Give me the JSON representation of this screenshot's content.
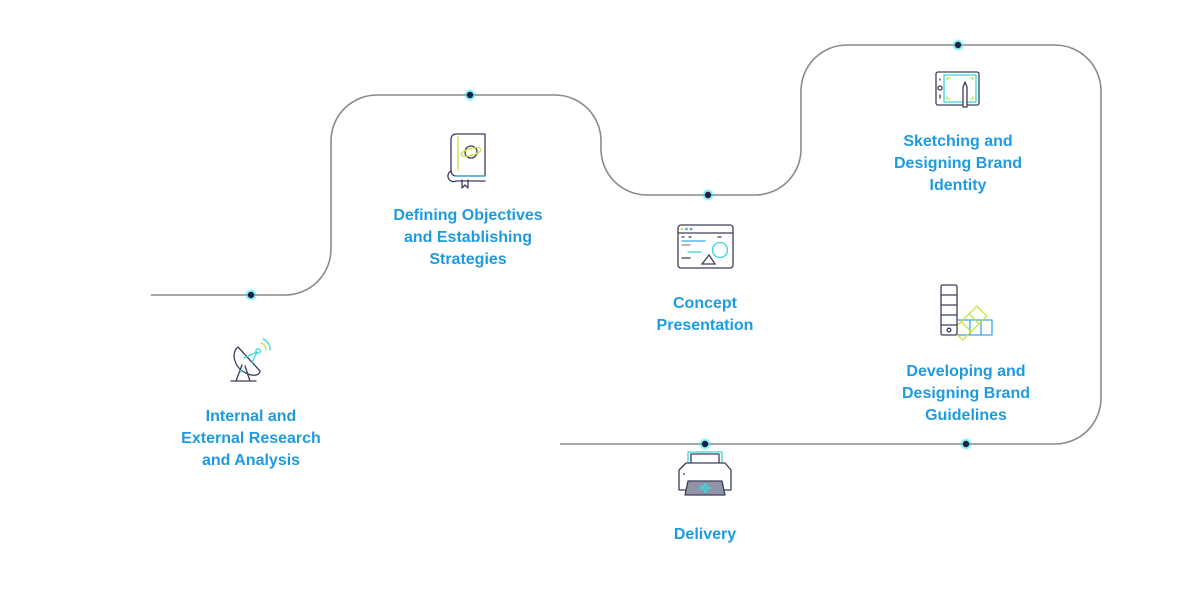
{
  "diagram": {
    "type": "process-roadmap",
    "colors": {
      "path": "#8a8a8a",
      "node_fill": "#1b1f4a",
      "node_glow": "#2fe0e6",
      "label": "#1e9be0",
      "icon_stroke": "#3a3d5c",
      "icon_cyan": "#38d5e0",
      "icon_lime": "#c8e23a",
      "icon_blue": "#3aa6e6"
    },
    "steps": [
      {
        "id": "research",
        "icon": "satellite-dish-icon",
        "label": "Internal and\nExternal Research\nand Analysis"
      },
      {
        "id": "objectives",
        "icon": "book-globe-icon",
        "label": "Defining Objectives\nand Establishing\nStrategies"
      },
      {
        "id": "concept",
        "icon": "browser-window-icon",
        "label": "Concept\nPresentation"
      },
      {
        "id": "sketching",
        "icon": "drawing-tablet-icon",
        "label": "Sketching and\nDesigning Brand\nIdentity"
      },
      {
        "id": "guidelines",
        "icon": "color-swatch-icon",
        "label": "Developing and\nDesigning Brand\nGuidelines"
      },
      {
        "id": "delivery",
        "icon": "printer-icon",
        "label": "Delivery"
      }
    ]
  }
}
